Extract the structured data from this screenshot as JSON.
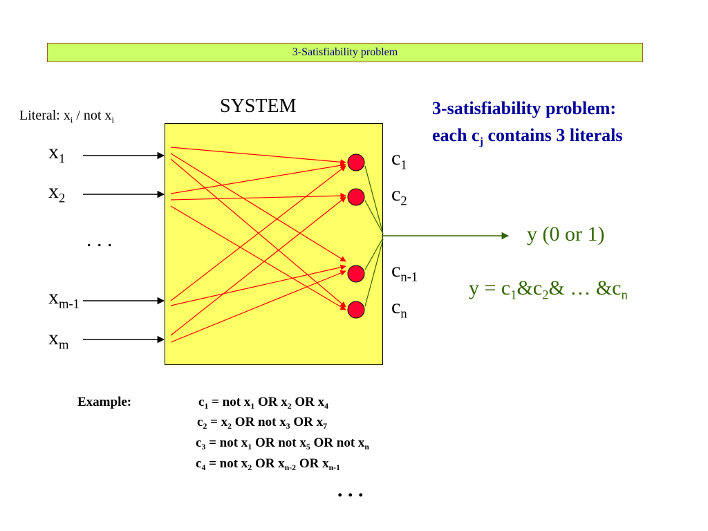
{
  "slide_title": "3-Satisfiability problem",
  "system_label": "SYSTEM",
  "literal_label": {
    "prefix": "Literal: x",
    "sub1": "i",
    "mid": " / not x",
    "sub2": "i"
  },
  "inputs": [
    {
      "base": "x",
      "sub": "1"
    },
    {
      "base": "x",
      "sub": "2"
    },
    {
      "base": "x",
      "sub": "m-1"
    },
    {
      "base": "x",
      "sub": "m"
    }
  ],
  "input_ellipsis": ". . .",
  "clauses": [
    {
      "base": "c",
      "sub": "1"
    },
    {
      "base": "c",
      "sub": "2"
    },
    {
      "base": "c",
      "sub": "n-1"
    },
    {
      "base": "c",
      "sub": "n"
    }
  ],
  "desc_line1": "3-satisfiability problem:",
  "desc_line2": {
    "pre": "each c",
    "sub": "j",
    "post": " contains 3 literals"
  },
  "output_label": "y (0 or 1)",
  "formula": {
    "p1": "y = c",
    "s1": "1",
    "p2": "&c",
    "s2": "2",
    "p3": "& … &c",
    "s3": "n"
  },
  "example_label": "Example:",
  "examples": [
    [
      {
        "t": "c"
      },
      {
        "s": "1"
      },
      {
        "t": " = not x"
      },
      {
        "s": "1"
      },
      {
        "t": " OR  x"
      },
      {
        "s": "2"
      },
      {
        "t": " OR x"
      },
      {
        "s": "4"
      }
    ],
    [
      {
        "t": "c"
      },
      {
        "s": "2"
      },
      {
        "t": " = x"
      },
      {
        "s": "2"
      },
      {
        "t": " OR not x"
      },
      {
        "s": "3"
      },
      {
        "t": " OR  x"
      },
      {
        "s": "7"
      }
    ],
    [
      {
        "t": "c"
      },
      {
        "s": "3"
      },
      {
        "t": " = not x"
      },
      {
        "s": "1"
      },
      {
        "t": " OR not x"
      },
      {
        "s": "5"
      },
      {
        "t": " OR not x"
      },
      {
        "s": "n"
      }
    ],
    [
      {
        "t": "c"
      },
      {
        "s": "4"
      },
      {
        "t": " = not x"
      },
      {
        "s": "2"
      },
      {
        "t": " OR   x"
      },
      {
        "s": "n-2"
      },
      {
        "t": " OR  x"
      },
      {
        "s": "n-1"
      }
    ]
  ],
  "example_ellipsis": ". . .",
  "colors": {
    "title_bg": "#ccff66",
    "title_text": "#000080",
    "box_fill": "#ffff66",
    "node": "#ff0033",
    "edge_red": "#ff0000",
    "edge_green": "#336600",
    "desc_blue": "#000099"
  }
}
